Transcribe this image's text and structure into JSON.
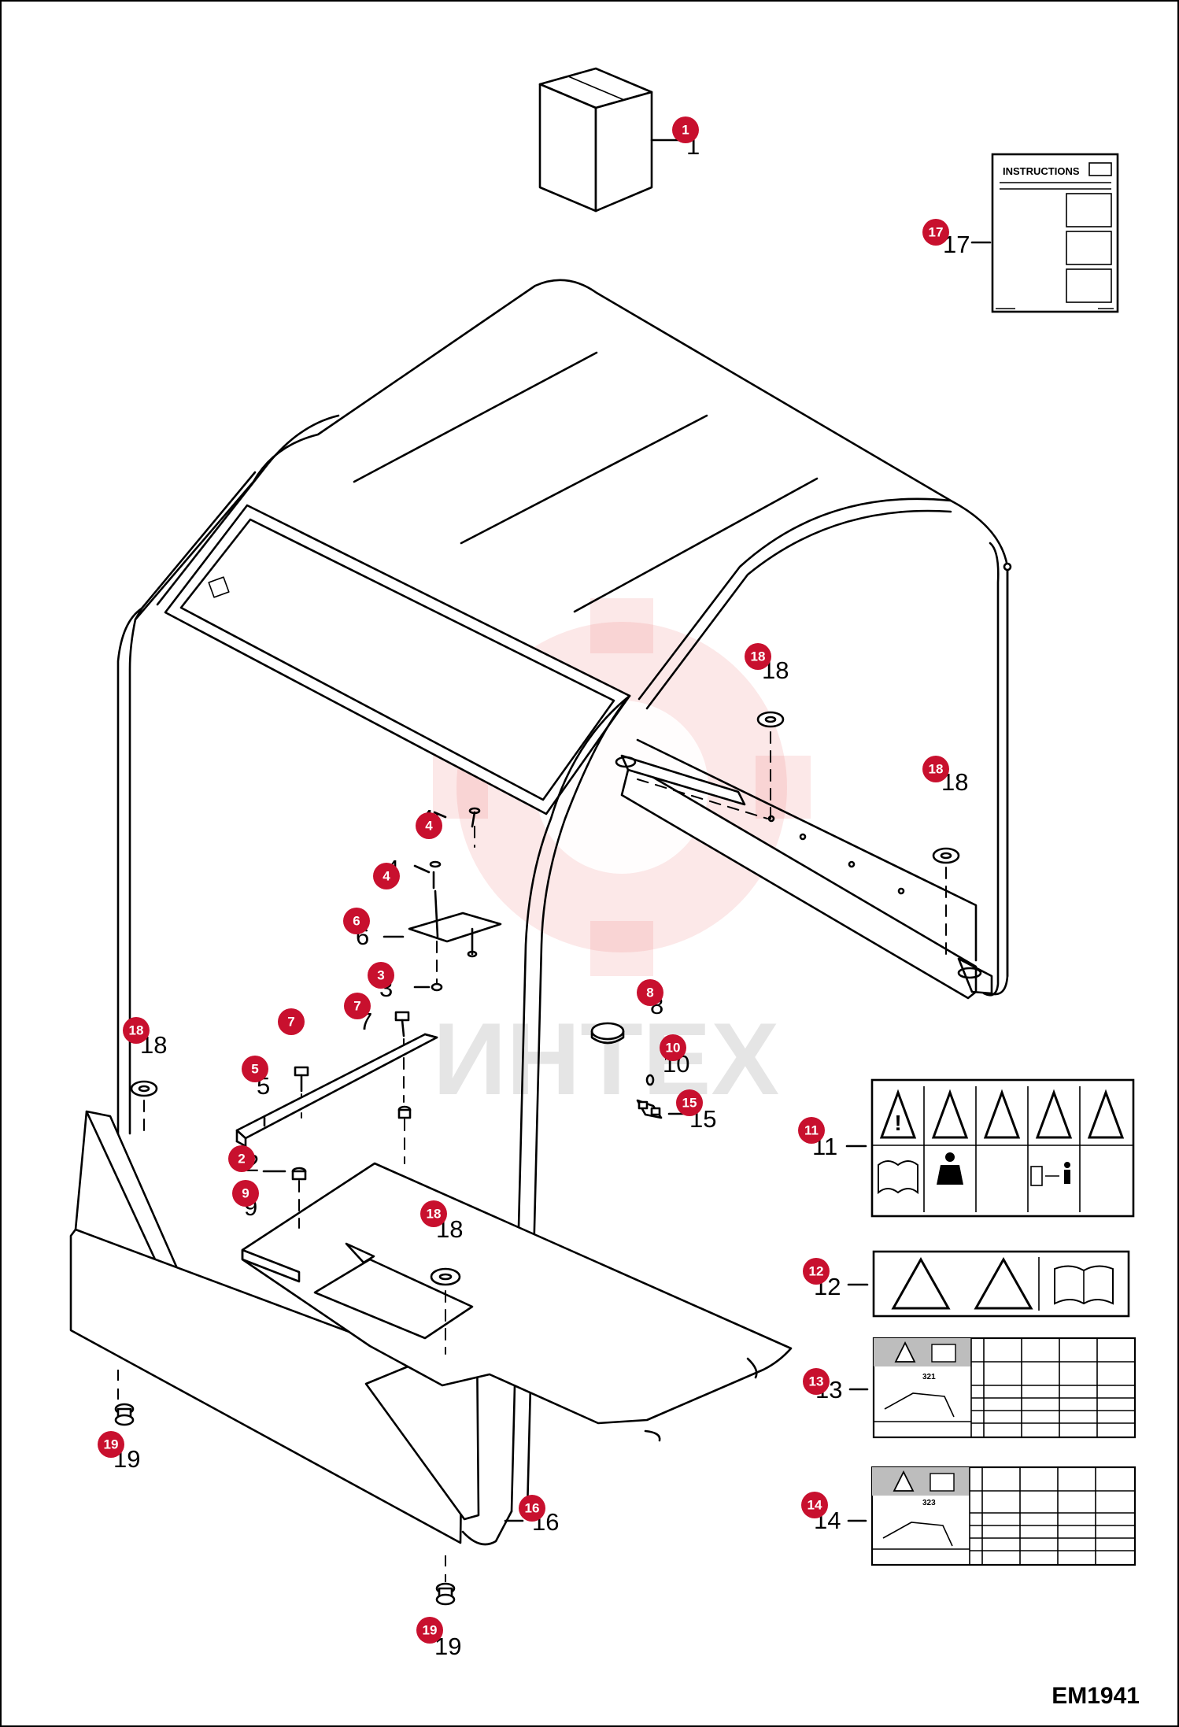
{
  "diagram": {
    "code": "EM1941",
    "instructions_title": "INSTRUCTIONS",
    "watermark_text": "ИНТЕХ",
    "accent_color": "#c8102e",
    "decal_321_model": "321",
    "decal_323_model": "323"
  },
  "callouts": [
    {
      "id": "1",
      "label": "1"
    },
    {
      "id": "17",
      "label": "17"
    },
    {
      "id": "18a",
      "label": "18"
    },
    {
      "id": "18b",
      "label": "18"
    },
    {
      "id": "4a",
      "label": "4"
    },
    {
      "id": "4b",
      "label": "4"
    },
    {
      "id": "6",
      "label": "6"
    },
    {
      "id": "3",
      "label": "3"
    },
    {
      "id": "7a",
      "label": "7"
    },
    {
      "id": "7b",
      "label": "7"
    },
    {
      "id": "8",
      "label": "8"
    },
    {
      "id": "10",
      "label": "10"
    },
    {
      "id": "15",
      "label": "15"
    },
    {
      "id": "18c",
      "label": "18"
    },
    {
      "id": "5",
      "label": "5"
    },
    {
      "id": "2",
      "label": "2"
    },
    {
      "id": "9",
      "label": "9"
    },
    {
      "id": "18d",
      "label": "18"
    },
    {
      "id": "11",
      "label": "11"
    },
    {
      "id": "12",
      "label": "12"
    },
    {
      "id": "13",
      "label": "13"
    },
    {
      "id": "14",
      "label": "14"
    },
    {
      "id": "16",
      "label": "16"
    },
    {
      "id": "19a",
      "label": "19"
    },
    {
      "id": "19b",
      "label": "19"
    }
  ]
}
